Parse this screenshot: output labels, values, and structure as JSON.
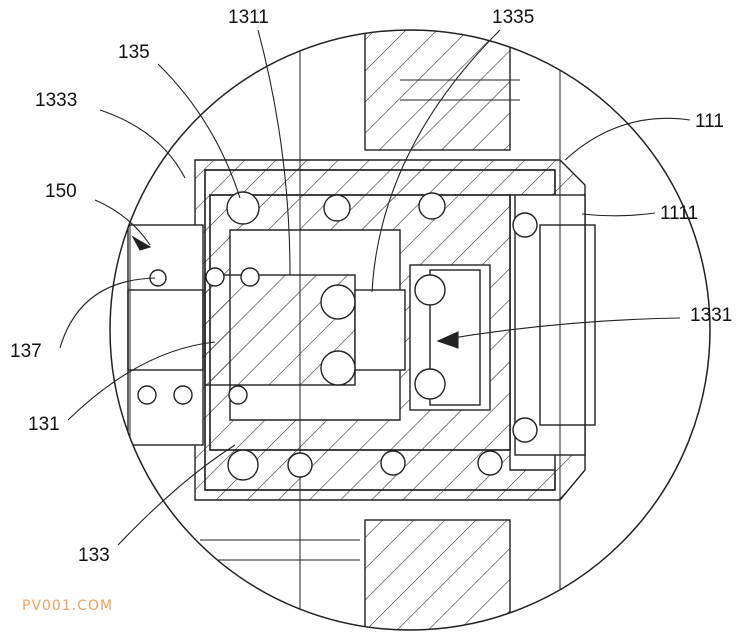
{
  "labels": {
    "l1311": "1311",
    "l1335": "1335",
    "l135": "135",
    "l1333": "1333",
    "l111": "111",
    "l150": "150",
    "l1111": "1111",
    "l1331": "1331",
    "l137": "137",
    "l131": "131",
    "l133": "133"
  },
  "watermark": "PV001.COM",
  "colors": {
    "line": "#222222",
    "watermark": "#f0a060"
  }
}
